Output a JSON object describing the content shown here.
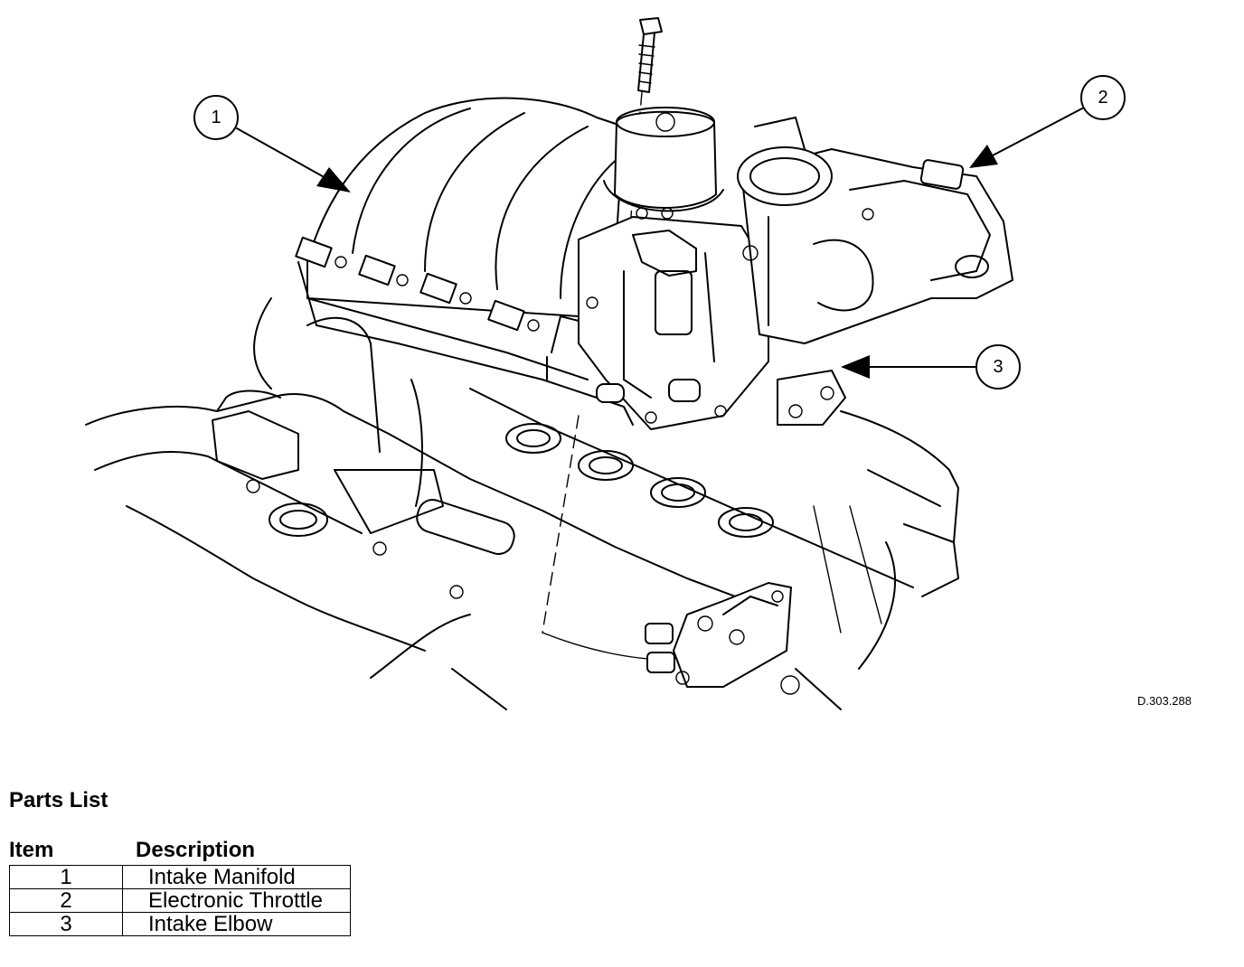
{
  "diagram": {
    "callouts": [
      {
        "number": "1"
      },
      {
        "number": "2"
      },
      {
        "number": "3"
      }
    ],
    "reference_code": "D.303.288"
  },
  "parts_list": {
    "title": "Parts List",
    "headers": {
      "item": "Item",
      "description": "Description"
    },
    "rows": [
      {
        "item": "1",
        "description": "Intake Manifold"
      },
      {
        "item": "2",
        "description": "Electronic Throttle"
      },
      {
        "item": "3",
        "description": "Intake Elbow"
      }
    ]
  }
}
